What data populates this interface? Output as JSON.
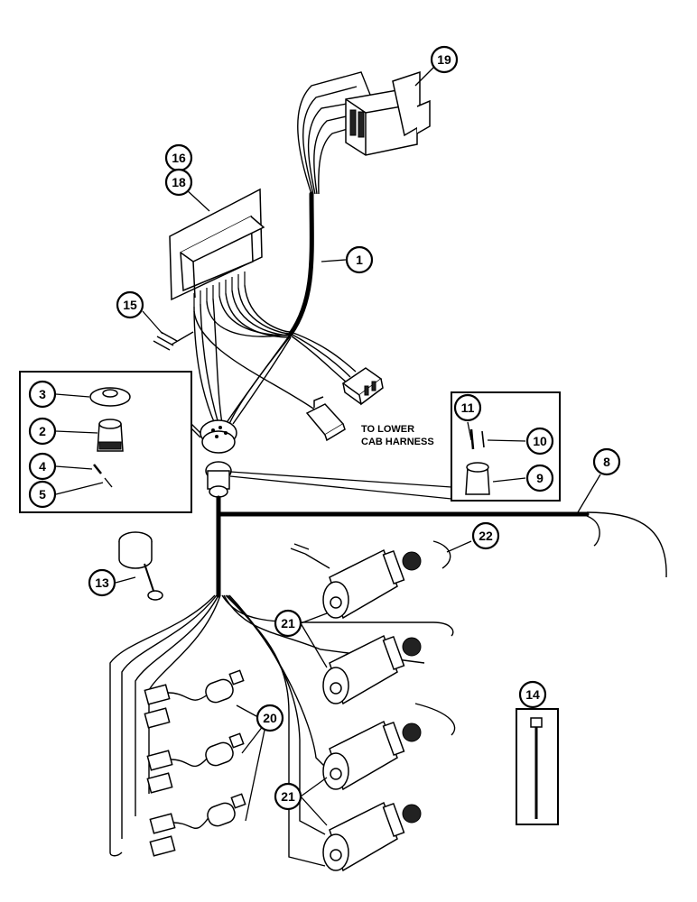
{
  "callouts": {
    "c1": "1",
    "c2": "2",
    "c3": "3",
    "c4": "4",
    "c5": "5",
    "c8": "8",
    "c9": "9",
    "c10": "10",
    "c11": "11",
    "c13": "13",
    "c14": "14",
    "c15": "15",
    "c16": "16",
    "c18": "18",
    "c19": "19",
    "c20": "20",
    "c21a": "21",
    "c21b": "21",
    "c22": "22"
  },
  "notes": {
    "lower_line1": "TO LOWER",
    "lower_line2": "CAB HARNESS"
  }
}
